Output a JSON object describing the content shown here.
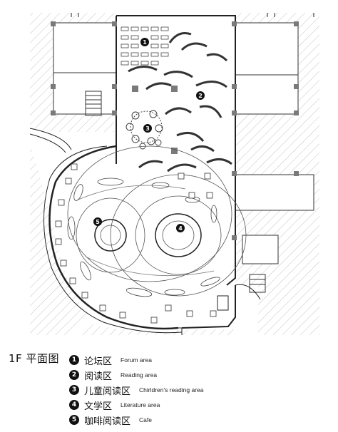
{
  "plan": {
    "markers": [
      {
        "number": "1",
        "area": "forum"
      },
      {
        "number": "2",
        "area": "reading"
      },
      {
        "number": "3",
        "area": "childrens-reading"
      },
      {
        "number": "4",
        "area": "literature"
      },
      {
        "number": "5",
        "area": "cafe"
      }
    ],
    "colors": {
      "line": "#222222",
      "hatch": "#bdbdbd",
      "column": "#7a7a7a",
      "floor": "#ffffff"
    }
  },
  "legend": {
    "title": "1F 平面图",
    "items": [
      {
        "number": "1",
        "zh": "论坛区",
        "en": "Forum area"
      },
      {
        "number": "2",
        "zh": "阅读区",
        "en": "Reading area"
      },
      {
        "number": "3",
        "zh": "儿童阅读区",
        "en": "Chirldren's reading area"
      },
      {
        "number": "4",
        "zh": "文学区",
        "en": "Literature area"
      },
      {
        "number": "5",
        "zh": "咖啡阅读区",
        "en": "Cafe"
      }
    ]
  }
}
